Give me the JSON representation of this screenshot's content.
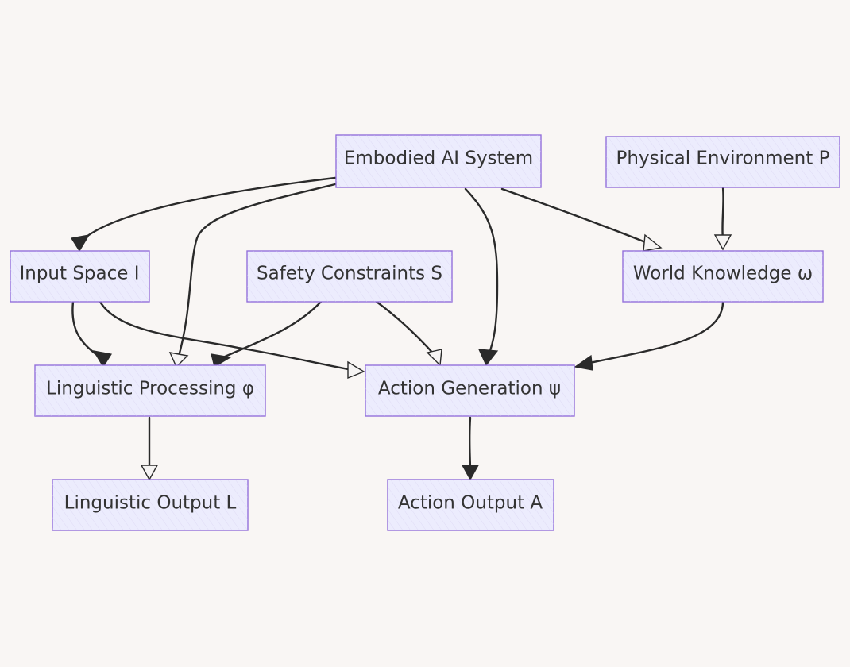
{
  "diagram": {
    "nodes": {
      "embodied": "Embodied AI System",
      "physical": "Physical Environment P",
      "input": "Input Space I",
      "safety": "Safety Constraints S",
      "world": "World Knowledge ω",
      "ling_proc": "Linguistic Processing φ",
      "action_gen": "Action Generation ψ",
      "ling_out": "Linguistic Output L",
      "action_out": "Action Output A"
    },
    "edges": [
      {
        "from": "embodied",
        "to": "input"
      },
      {
        "from": "embodied",
        "to": "ling_proc"
      },
      {
        "from": "embodied",
        "to": "action_gen"
      },
      {
        "from": "embodied",
        "to": "world"
      },
      {
        "from": "physical",
        "to": "world"
      },
      {
        "from": "input",
        "to": "ling_proc"
      },
      {
        "from": "input",
        "to": "action_gen"
      },
      {
        "from": "safety",
        "to": "ling_proc"
      },
      {
        "from": "safety",
        "to": "action_gen"
      },
      {
        "from": "world",
        "to": "action_gen"
      },
      {
        "from": "ling_proc",
        "to": "ling_out"
      },
      {
        "from": "action_gen",
        "to": "action_out"
      }
    ],
    "colors": {
      "background": "#f9f6f4",
      "node_fill": "#ececfd",
      "node_stroke": "#9370db",
      "edge": "#2a2a2a",
      "text": "#333333"
    }
  }
}
